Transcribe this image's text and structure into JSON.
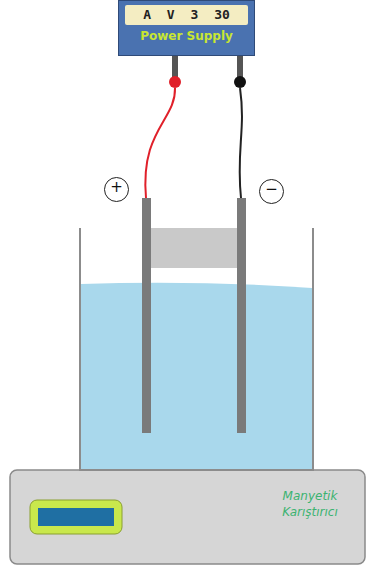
{
  "diagram": {
    "nodes": [
      {
        "text": [
          "A V 3 30",
          "Power Supply"
        ]
      },
      {
        "text": [
          "+"
        ]
      },
      {
        "text": [
          "−"
        ]
      },
      {
        "text": [
          "Manyetik Karıştırıcı"
        ]
      }
    ]
  }
}
